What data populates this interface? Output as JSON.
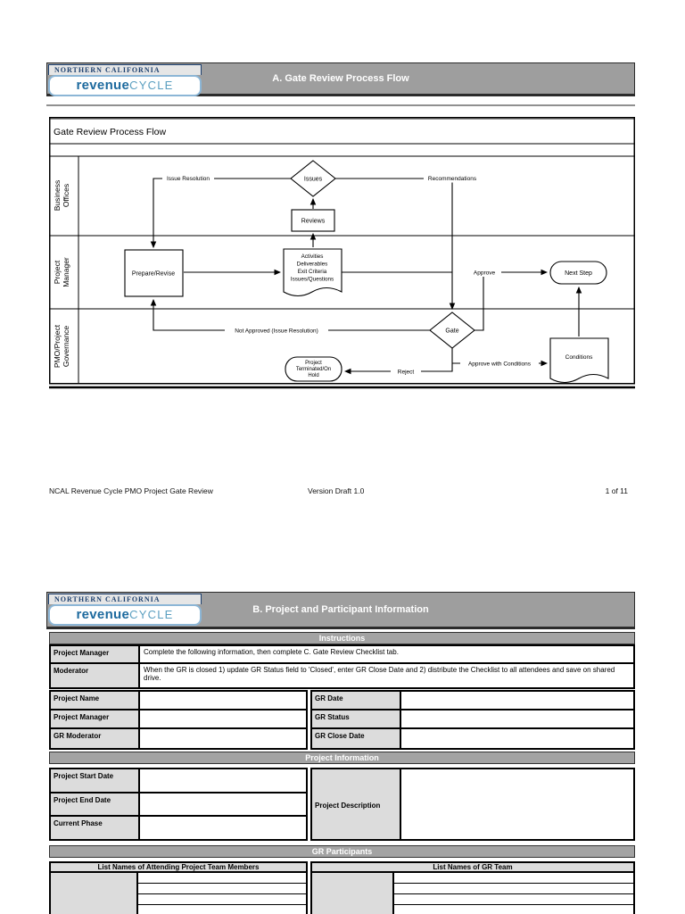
{
  "logo": {
    "region": "NORTHERN CALIFORNIA",
    "brand_bold": "revenue",
    "brand_light": "CYCLE"
  },
  "colors": {
    "header_bar_gray": "#9e9e9e",
    "section_bar_gray": "#a3a3a3",
    "label_cell_gray": "#dcdcdc",
    "brand_navy": "#1c3f6e",
    "brand_blue": "#1d6a9e",
    "brand_cycle_blue": "#5b9fc0"
  },
  "page1": {
    "header_title": "A. Gate Review Process Flow",
    "diagram_title": "Gate Review Process Flow",
    "lanes": [
      [
        "Business",
        "Offices"
      ],
      [
        "Project",
        "Manager"
      ],
      [
        "PMO/Project",
        "Governance"
      ]
    ],
    "flowchart": {
      "nodes": {
        "issues": "Issues",
        "reviews": "Reviews",
        "prepare": "Prepare/Revise",
        "deliverables_lines": [
          "Activities",
          "Deliverables",
          "Exit Criteria",
          "Issues/Questions"
        ],
        "next_step": "Next Step",
        "gate": "Gate",
        "terminated_lines": [
          "Project",
          "Terminated/On",
          "Hold"
        ],
        "conditions": "Conditions"
      },
      "edges": {
        "issue_resolution": "Issue Resolution",
        "recommendations": "Recommendations",
        "approve": "Approve",
        "not_approved": "Not Approved (Issue Resolution)",
        "reject": "Reject",
        "approve_with_conditions": "Approve with Conditions"
      }
    },
    "footer": {
      "left": "NCAL Revenue Cycle PMO Project Gate Review",
      "center": "Version Draft 1.0",
      "right": "1 of 11"
    }
  },
  "page2": {
    "header_title": "B. Project and Participant Information",
    "sections": {
      "instructions": "Instructions",
      "project_information": "Project Information",
      "gr_participants": "GR Participants"
    },
    "instructions_rows": [
      {
        "label": "Project Manager",
        "text": "Complete the following information, then complete C. Gate Review Checklist tab."
      },
      {
        "label": "Moderator",
        "text": "When the GR is closed 1) update GR Status field to 'Closed', enter GR Close Date and 2) distribute the Checklist to all attendees and save on shared drive."
      }
    ],
    "form_left": [
      {
        "label": "Project Name",
        "value": ""
      },
      {
        "label": "Project Manager",
        "value": ""
      },
      {
        "label": "GR Moderator",
        "value": ""
      }
    ],
    "form_right": [
      {
        "label": "GR Date",
        "value": ""
      },
      {
        "label": "GR Status",
        "value": ""
      },
      {
        "label": "GR Close Date",
        "value": ""
      }
    ],
    "info_left": [
      {
        "label": "Project Start Date",
        "value": ""
      },
      {
        "label": "Project End Date",
        "value": ""
      },
      {
        "label": "Current Phase",
        "value": ""
      }
    ],
    "info_right": {
      "label": "Project Description",
      "value": ""
    },
    "participants": {
      "left_header": "List Names of Attending Project Team Members",
      "right_header": "List Names of GR Team"
    }
  }
}
